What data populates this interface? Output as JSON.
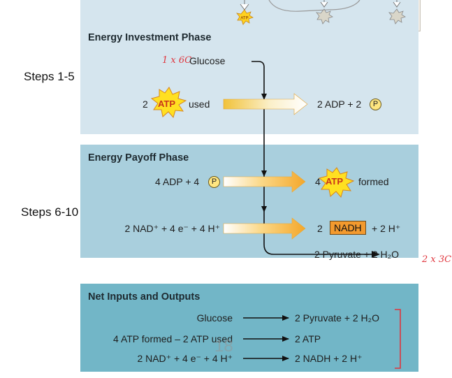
{
  "side_labels": {
    "steps_1_5": "Steps 1-5",
    "steps_6_10": "Steps 6-10"
  },
  "investment": {
    "title": "Energy Investment Phase",
    "annotation": "1 x 6C",
    "glucose": "Glucose",
    "atp_count": "2",
    "atp_star": "ATP",
    "atp_used": "used",
    "adp_output": "2 ADP + 2",
    "phosphate": "P"
  },
  "payoff": {
    "title": "Energy Payoff Phase",
    "adp_input": "4 ADP + 4",
    "phosphate": "P",
    "atp_count": "4",
    "atp_star": "ATP",
    "atp_formed": "formed",
    "nad_input": "2 NAD⁺ + 4 e⁻ + 4 H⁺",
    "nadh_count": "2",
    "nadh": "NADH",
    "nadh_extra": "+ 2 H⁺",
    "pyruvate_output": "2 Pyruvate + 2 H₂O",
    "annotation": "2 x 3C"
  },
  "net": {
    "title": "Net Inputs and Outputs",
    "rows": [
      {
        "input": "Glucose",
        "output": "2 Pyruvate + 2 H₂O"
      },
      {
        "input": "4 ATP formed – 2 ATP used",
        "output": "2 ATP"
      },
      {
        "input": "2 NAD⁺ + 4 e⁻ + 4 H⁺",
        "output": "2 NADH + 2 H⁺"
      }
    ]
  },
  "top_stars": [
    "ATP"
  ],
  "page_number": "18"
}
